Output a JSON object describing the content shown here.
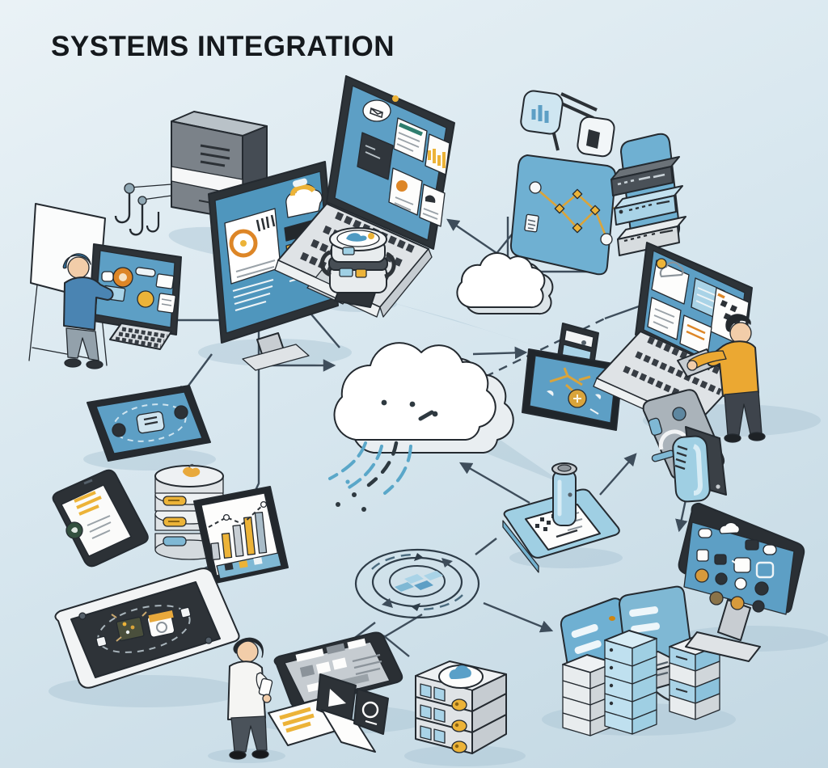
{
  "title": "SYSTEMS INTEGRATION",
  "palette": {
    "background_top": "#eaf2f6",
    "background_bottom": "#c3d8e3",
    "connector_line": "#3e4d5b",
    "outline": "#242a30",
    "screen_blue": "#5d9fc5",
    "panel_blue": "#6fb0d2",
    "light_blue": "#a9d3e7",
    "accent_yellow": "#ecb338",
    "accent_orange": "#dd8627",
    "device_silver": "#e3e7ea",
    "device_gray": "#aab3ba",
    "device_dark": "#2c3136",
    "white": "#ffffff",
    "person_blue_sweater": "#4a84b2",
    "person_yellow_sweater": "#eba832",
    "person_white_shirt": "#f5f5f3"
  },
  "nodes": [
    {
      "name": "crane-hooks-device",
      "desc": "grey unit with hanging hooks"
    },
    {
      "name": "analyst-at-monitor",
      "desc": "person in blue at dashboard monitor with keyboard and easel"
    },
    {
      "name": "desktop-monitor-dashboard",
      "desc": "tilted monitor with cards and yellow bars"
    },
    {
      "name": "laptop-dashboard",
      "desc": "laptop with dashboard tiles"
    },
    {
      "name": "iot-hub-device",
      "desc": "cylindrical smart hub with map top"
    },
    {
      "name": "small-cloud",
      "desc": "small 3d cloud"
    },
    {
      "name": "network-panel",
      "desc": "blue panel with yellow node graph and two callouts"
    },
    {
      "name": "server-cabinet",
      "desc": "blue cabinet with three rack units"
    },
    {
      "name": "big-cloud",
      "desc": "large 3d cloud with data streams"
    },
    {
      "name": "developer-at-laptop",
      "desc": "person in yellow working on laptop"
    },
    {
      "name": "mini-console",
      "desc": "small dark handheld device"
    },
    {
      "name": "circuit-tablet",
      "desc": "tablet showing yellow circuit artwork"
    },
    {
      "name": "sync-tablet",
      "desc": "tablet with orbiting nodes"
    },
    {
      "name": "document-phone",
      "desc": "smartphone with highlighted document"
    },
    {
      "name": "database-stack",
      "desc": "stacked database cylinders"
    },
    {
      "name": "chart-display",
      "desc": "display with rising bar chart"
    },
    {
      "name": "chip-tablet",
      "desc": "flat tablet with chip and memory card"
    },
    {
      "name": "person-with-phone",
      "desc": "person in white shirt holding phone"
    },
    {
      "name": "ui-tablet",
      "desc": "flat tablet with interface mockup"
    },
    {
      "name": "brochure-fold",
      "desc": "folded leaflet with play button"
    },
    {
      "name": "orbit-rings",
      "desc": "concentric motion rings over floor chart"
    },
    {
      "name": "sensor-pad",
      "desc": "blue pad with document and canister"
    },
    {
      "name": "access-device",
      "desc": "badge panel with portable blue unit"
    },
    {
      "name": "server-room",
      "desc": "server towers with blue slot panels"
    },
    {
      "name": "cloud-server-stack",
      "desc": "server tower with cloud badge"
    },
    {
      "name": "app-screen-tv",
      "desc": "large display with app icon grid"
    }
  ]
}
